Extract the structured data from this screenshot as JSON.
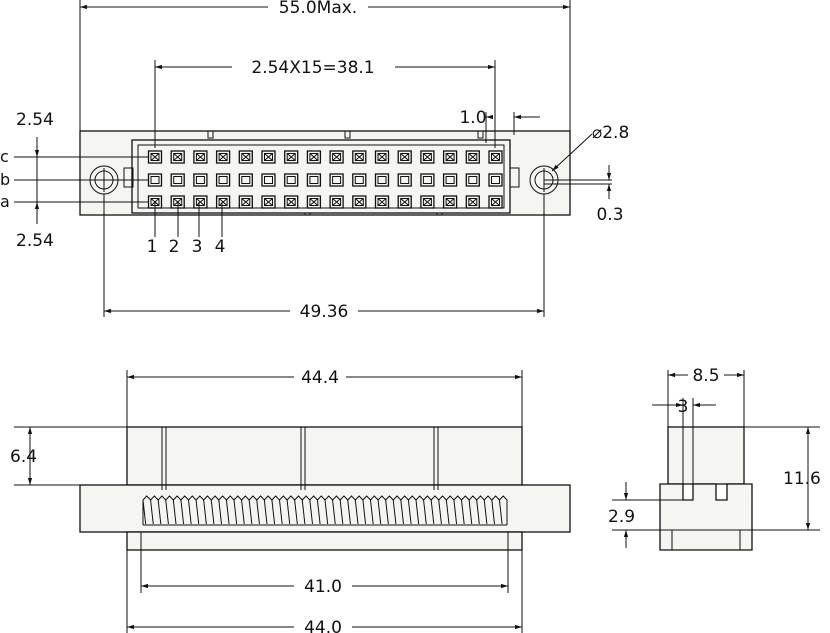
{
  "top_view": {
    "overall_width": "55.0Max.",
    "pitch_span": "2.54X15=38.1",
    "slot_width": "1.0",
    "hole_diameter": "⌀2.8",
    "hole_offset": "0.3",
    "row_spacing_top": "2.54",
    "row_spacing_bottom": "2.54",
    "mount_spacing": "49.36",
    "row_labels": [
      "c",
      "b",
      "a"
    ],
    "pin_numbers": [
      "1",
      "2",
      "3",
      "4"
    ],
    "pins_per_row": 16
  },
  "front_view": {
    "body_width": "44.4",
    "body_height": "6.4",
    "inner_width": "41.0",
    "flange_width": "44.0"
  },
  "side_view": {
    "depth": "8.5",
    "gap": "3",
    "total_height": "11.6",
    "step_height": "2.9"
  }
}
